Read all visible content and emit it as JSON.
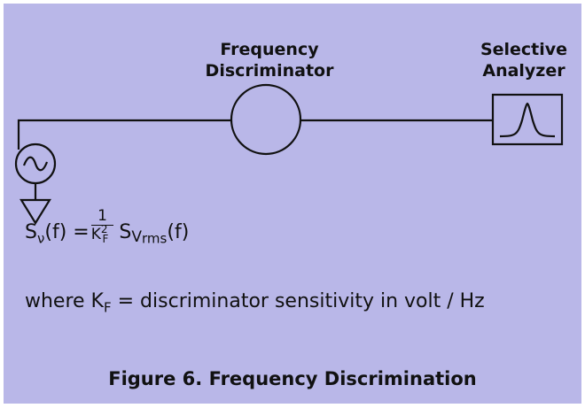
{
  "labels": {
    "discriminator_line1": "Frequency",
    "discriminator_line2": "Discriminator",
    "analyzer_line1": "Selective",
    "analyzer_line2": "Analyzer"
  },
  "formula": {
    "lhs_S": "S",
    "lhs_sub": "ν",
    "lhs_arg": "(f) =",
    "frac_num": "1",
    "frac_den_K": "K",
    "frac_den_sup": "2",
    "frac_den_sub": "F",
    "rhs_S": "S",
    "rhs_V": "V",
    "rhs_sub": "rms",
    "rhs_arg": "(f)"
  },
  "where": {
    "prefix": "where K",
    "sub": "F",
    "rest": " = discriminator sensitivity in volt / Hz"
  },
  "caption": "Figure 6. Frequency Discrimination",
  "icons": [
    "signal-source-icon",
    "ground-icon",
    "discriminator-circle-icon",
    "filter-response-icon"
  ],
  "colors": {
    "background": "#b9b7e8",
    "ink": "#111111"
  }
}
